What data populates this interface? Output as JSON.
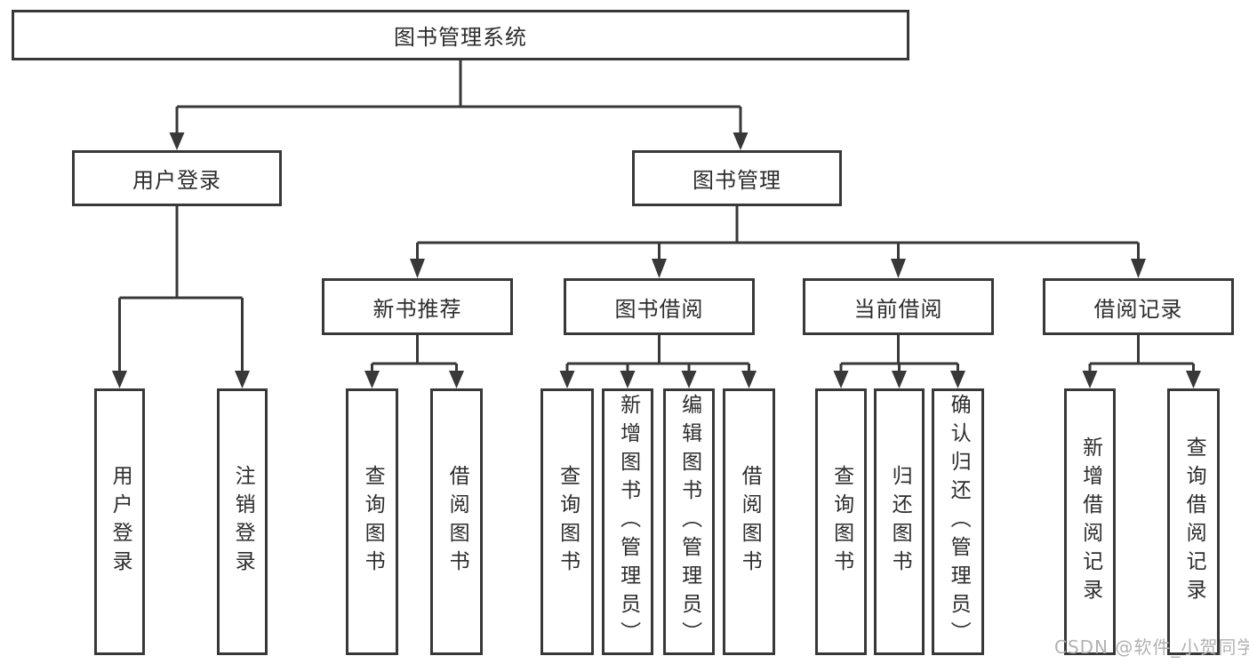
{
  "colors": {
    "line": "#383838",
    "box_border": "#383838",
    "text": "#2d2d2d",
    "watermark": "#b2b2b2",
    "background": "#ffffff"
  },
  "nodes": {
    "root": "图书管理系统",
    "l2": [
      "用户登录",
      "图书管理"
    ],
    "l3": [
      "新书推荐",
      "图书借阅",
      "当前借阅",
      "借阅记录"
    ],
    "leaves_user": [
      "用户登录",
      "注销登录"
    ],
    "leaves_new_book": [
      "查询图书",
      "借阅图书"
    ],
    "leaves_book_borrow": [
      "查询图书",
      "新增图书（管理员）",
      "编辑图书（管理员）",
      "借阅图书"
    ],
    "leaves_current_borrow": [
      "查询图书",
      "归还图书",
      "确认归还（管理员）"
    ],
    "leaves_borrow_records": [
      "新增借阅记录",
      "查询借阅记录"
    ]
  },
  "watermark": "CSDN @软件_小贺同学"
}
